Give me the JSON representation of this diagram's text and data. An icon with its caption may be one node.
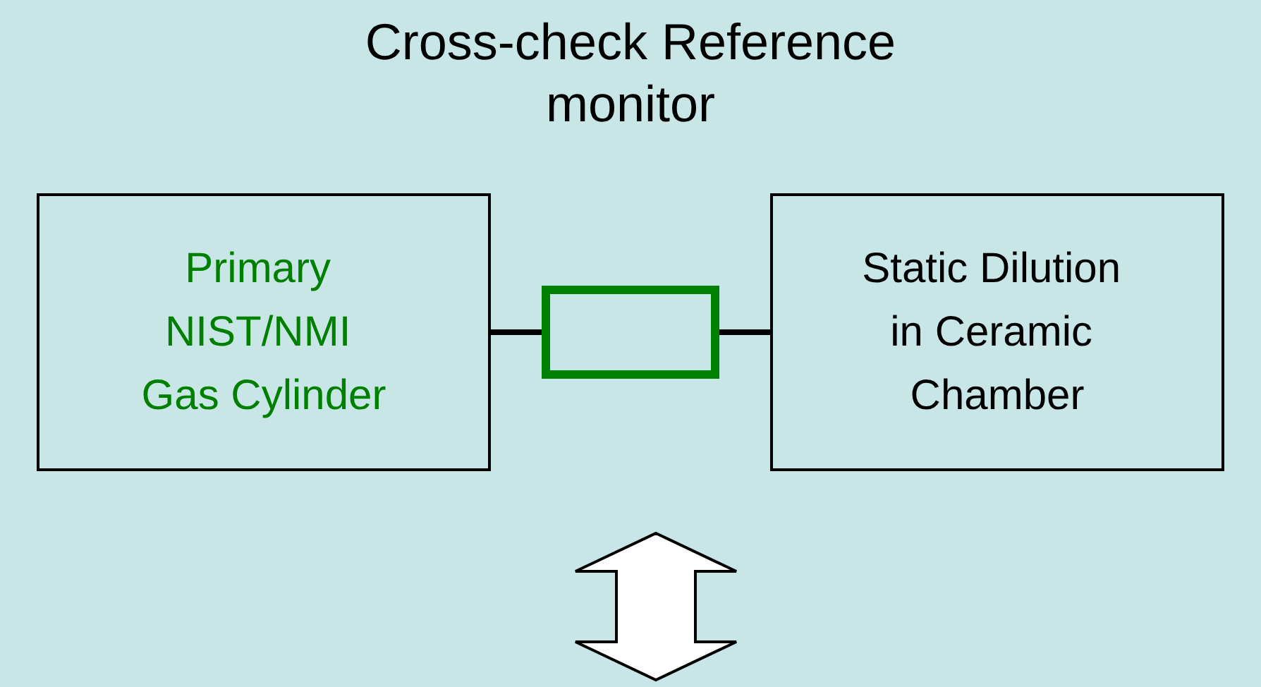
{
  "diagram": {
    "title": "Cross-check Reference monitor",
    "nodes": [
      {
        "text": [
          "Primary NIST/NMI Gas Cylinder"
        ]
      },
      {
        "text": [],
        "shape": "box"
      },
      {
        "text": [
          "Static Dilution in Ceramic Chamber"
        ]
      }
    ],
    "edges": [
      {
        "from": 0,
        "to": 1,
        "arrow": "none"
      },
      {
        "from": 1,
        "to": 2,
        "arrow": "none"
      }
    ]
  }
}
